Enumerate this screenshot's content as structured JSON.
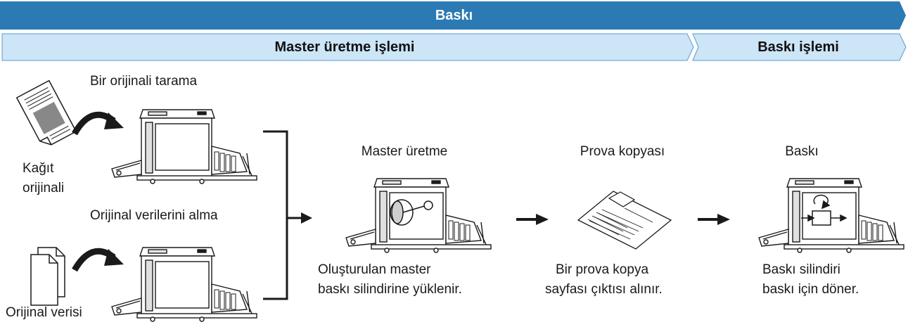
{
  "banner": {
    "top_label": "Baskı",
    "master_label": "Master üretme işlemi",
    "print_label": "Baskı işlemi"
  },
  "sources": {
    "scan_title": "Bir orijinali tarama",
    "paper_caption_line1": "Kağıt",
    "paper_caption_line2": "orijinali",
    "data_title": "Orijinal verilerini alma",
    "data_caption": "Orijinal verisi"
  },
  "steps": [
    {
      "title": "Master üretme",
      "desc_line1": "Oluşturulan master",
      "desc_line2": "baskı silindirine yüklenir."
    },
    {
      "title": "Prova kopyası",
      "desc_line1": "Bir prova kopya",
      "desc_line2": "sayfası çıktısı alınır."
    },
    {
      "title": "Baskı",
      "desc_line1": "Baskı silindiri",
      "desc_line2": "baskı için döner."
    }
  ],
  "colors": {
    "top_band": "#2b7ab3",
    "sub_band": "#cce5f7",
    "ink": "#1a1a1a"
  }
}
